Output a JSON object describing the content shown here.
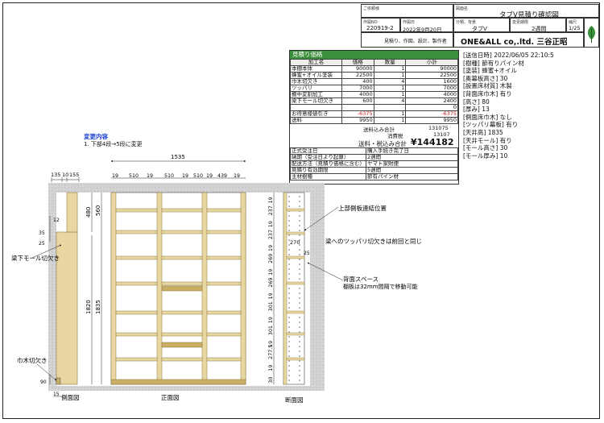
{
  "header": {
    "customer_label": "ご依頼様",
    "drawing_label": "図面名",
    "drawing_name": "タブV見積り確認図",
    "order_no_label": "作図NO",
    "order_no": "220919-2",
    "date_label": "作図日",
    "date": "2022年9月20日",
    "type_label": "分類、背景",
    "type": "タブV",
    "period_label": "変更期限",
    "period": "2週間",
    "scale_label": "縮尺",
    "scale": "1/25",
    "roles": "見積り、作図、設計、製作者",
    "company": "ONE&ALL co,.ltd. 三谷正昭"
  },
  "quote": {
    "title": "見積り価格",
    "columns": [
      "加工名",
      "価格",
      "数量",
      "小計"
    ],
    "rows": [
      {
        "name": "本棚本体",
        "price": "90000",
        "qty": "1",
        "subtotal": "90000",
        "neg": false
      },
      {
        "name": "蜂蜜+オイル塗装",
        "price": "22500",
        "qty": "1",
        "subtotal": "22500",
        "neg": false
      },
      {
        "name": "巾木切欠き",
        "price": "400",
        "qty": "4",
        "subtotal": "1600",
        "neg": false
      },
      {
        "name": "ツッパリ",
        "price": "7000",
        "qty": "1",
        "subtotal": "7000",
        "neg": false
      },
      {
        "name": "棚中変割加工",
        "price": "4000",
        "qty": "1",
        "subtotal": "4000",
        "neg": false
      },
      {
        "name": "梁下モール切欠き",
        "price": "600",
        "qty": "4",
        "subtotal": "2400",
        "neg": false
      },
      {
        "name": "",
        "price": "",
        "qty": "",
        "subtotal": "0",
        "neg": false
      },
      {
        "name": "お得意様値引き",
        "price": "-6375",
        "qty": "1",
        "subtotal": "-6375",
        "neg": true
      },
      {
        "name": "送料",
        "price": "9950",
        "qty": "1",
        "subtotal": "9950",
        "neg": false
      }
    ],
    "tax_incl_label": "送料込み合計",
    "tax_incl_value": "131075",
    "tax_label": "消費税",
    "tax_value": "13107",
    "total_label": "送料・税込み合計",
    "total_value": "¥144182",
    "info": [
      {
        "label": "正式受注日",
        "value": "購入手続き完了日"
      },
      {
        "label": "納期（受注日より起算）",
        "value": "2週間"
      },
      {
        "label": "配送方法（見積り価格に含む）",
        "value": "ヤマト家財便"
      },
      {
        "label": "見積り有効期限",
        "value": "5週間"
      },
      {
        "label": "主材樹種",
        "value": "節有パイン材"
      }
    ]
  },
  "specs": [
    "[送信日時] 2022/06/05 22:10:5",
    "[樹種] 節有りパイン材",
    "[塗装] 蜂蜜+オイル",
    "[奥幕板高さ] 30",
    "[設置床材質] 木製",
    "[背面床巾木] 有り",
    "[高さ] 80",
    "[厚み] 13",
    "[側面床巾木] なし",
    "[ツッパリ幕板] 有り",
    "[天井高] 1835",
    "[天井モール] 有り",
    "[モール高さ] 30",
    "[モール厚み] 10"
  ],
  "changes": {
    "title": "変更内容",
    "item": "1. 下部4段→5段に変更"
  },
  "drawing": {
    "side_label": "側面図",
    "front_label": "正面図",
    "section_label": "断面図",
    "note_molding": "梁下モール切欠き",
    "note_baseboard": "巾木切欠き",
    "note_top": "上部側板連結位置",
    "note_beam": "梁へのツッパリ切欠きは前回と同じ",
    "note_back": "背面スペース",
    "note_shelf": "棚板は32mm間隔で移動可能",
    "side_top_dims": [
      "135",
      "10",
      "155"
    ],
    "side_v_dims": [
      "12",
      "35",
      "25",
      "90"
    ],
    "side_bottom_dim": "15",
    "front_width": "1535",
    "front_col_dims": [
      "19",
      "510",
      "19",
      "510",
      "19",
      "510",
      "19",
      "439",
      "19"
    ],
    "front_left_dims": [
      "480",
      "1820",
      "1835"
    ],
    "front_left2_dims": [
      "560"
    ],
    "section_dims": [
      "19",
      "237",
      "19",
      "237",
      "19",
      "269",
      "19",
      "269",
      "19",
      "301",
      "19",
      "301",
      "19",
      "277.5",
      "19",
      "30"
    ],
    "section_depth": "270",
    "section_back": "25"
  },
  "colors": {
    "wood": "#e9d7a2",
    "wood_dark": "#c8ad63",
    "wall": "#d4d4d4",
    "green": "#3a8f3a",
    "blue": "#1a3fd0",
    "red": "#d21c1c"
  }
}
